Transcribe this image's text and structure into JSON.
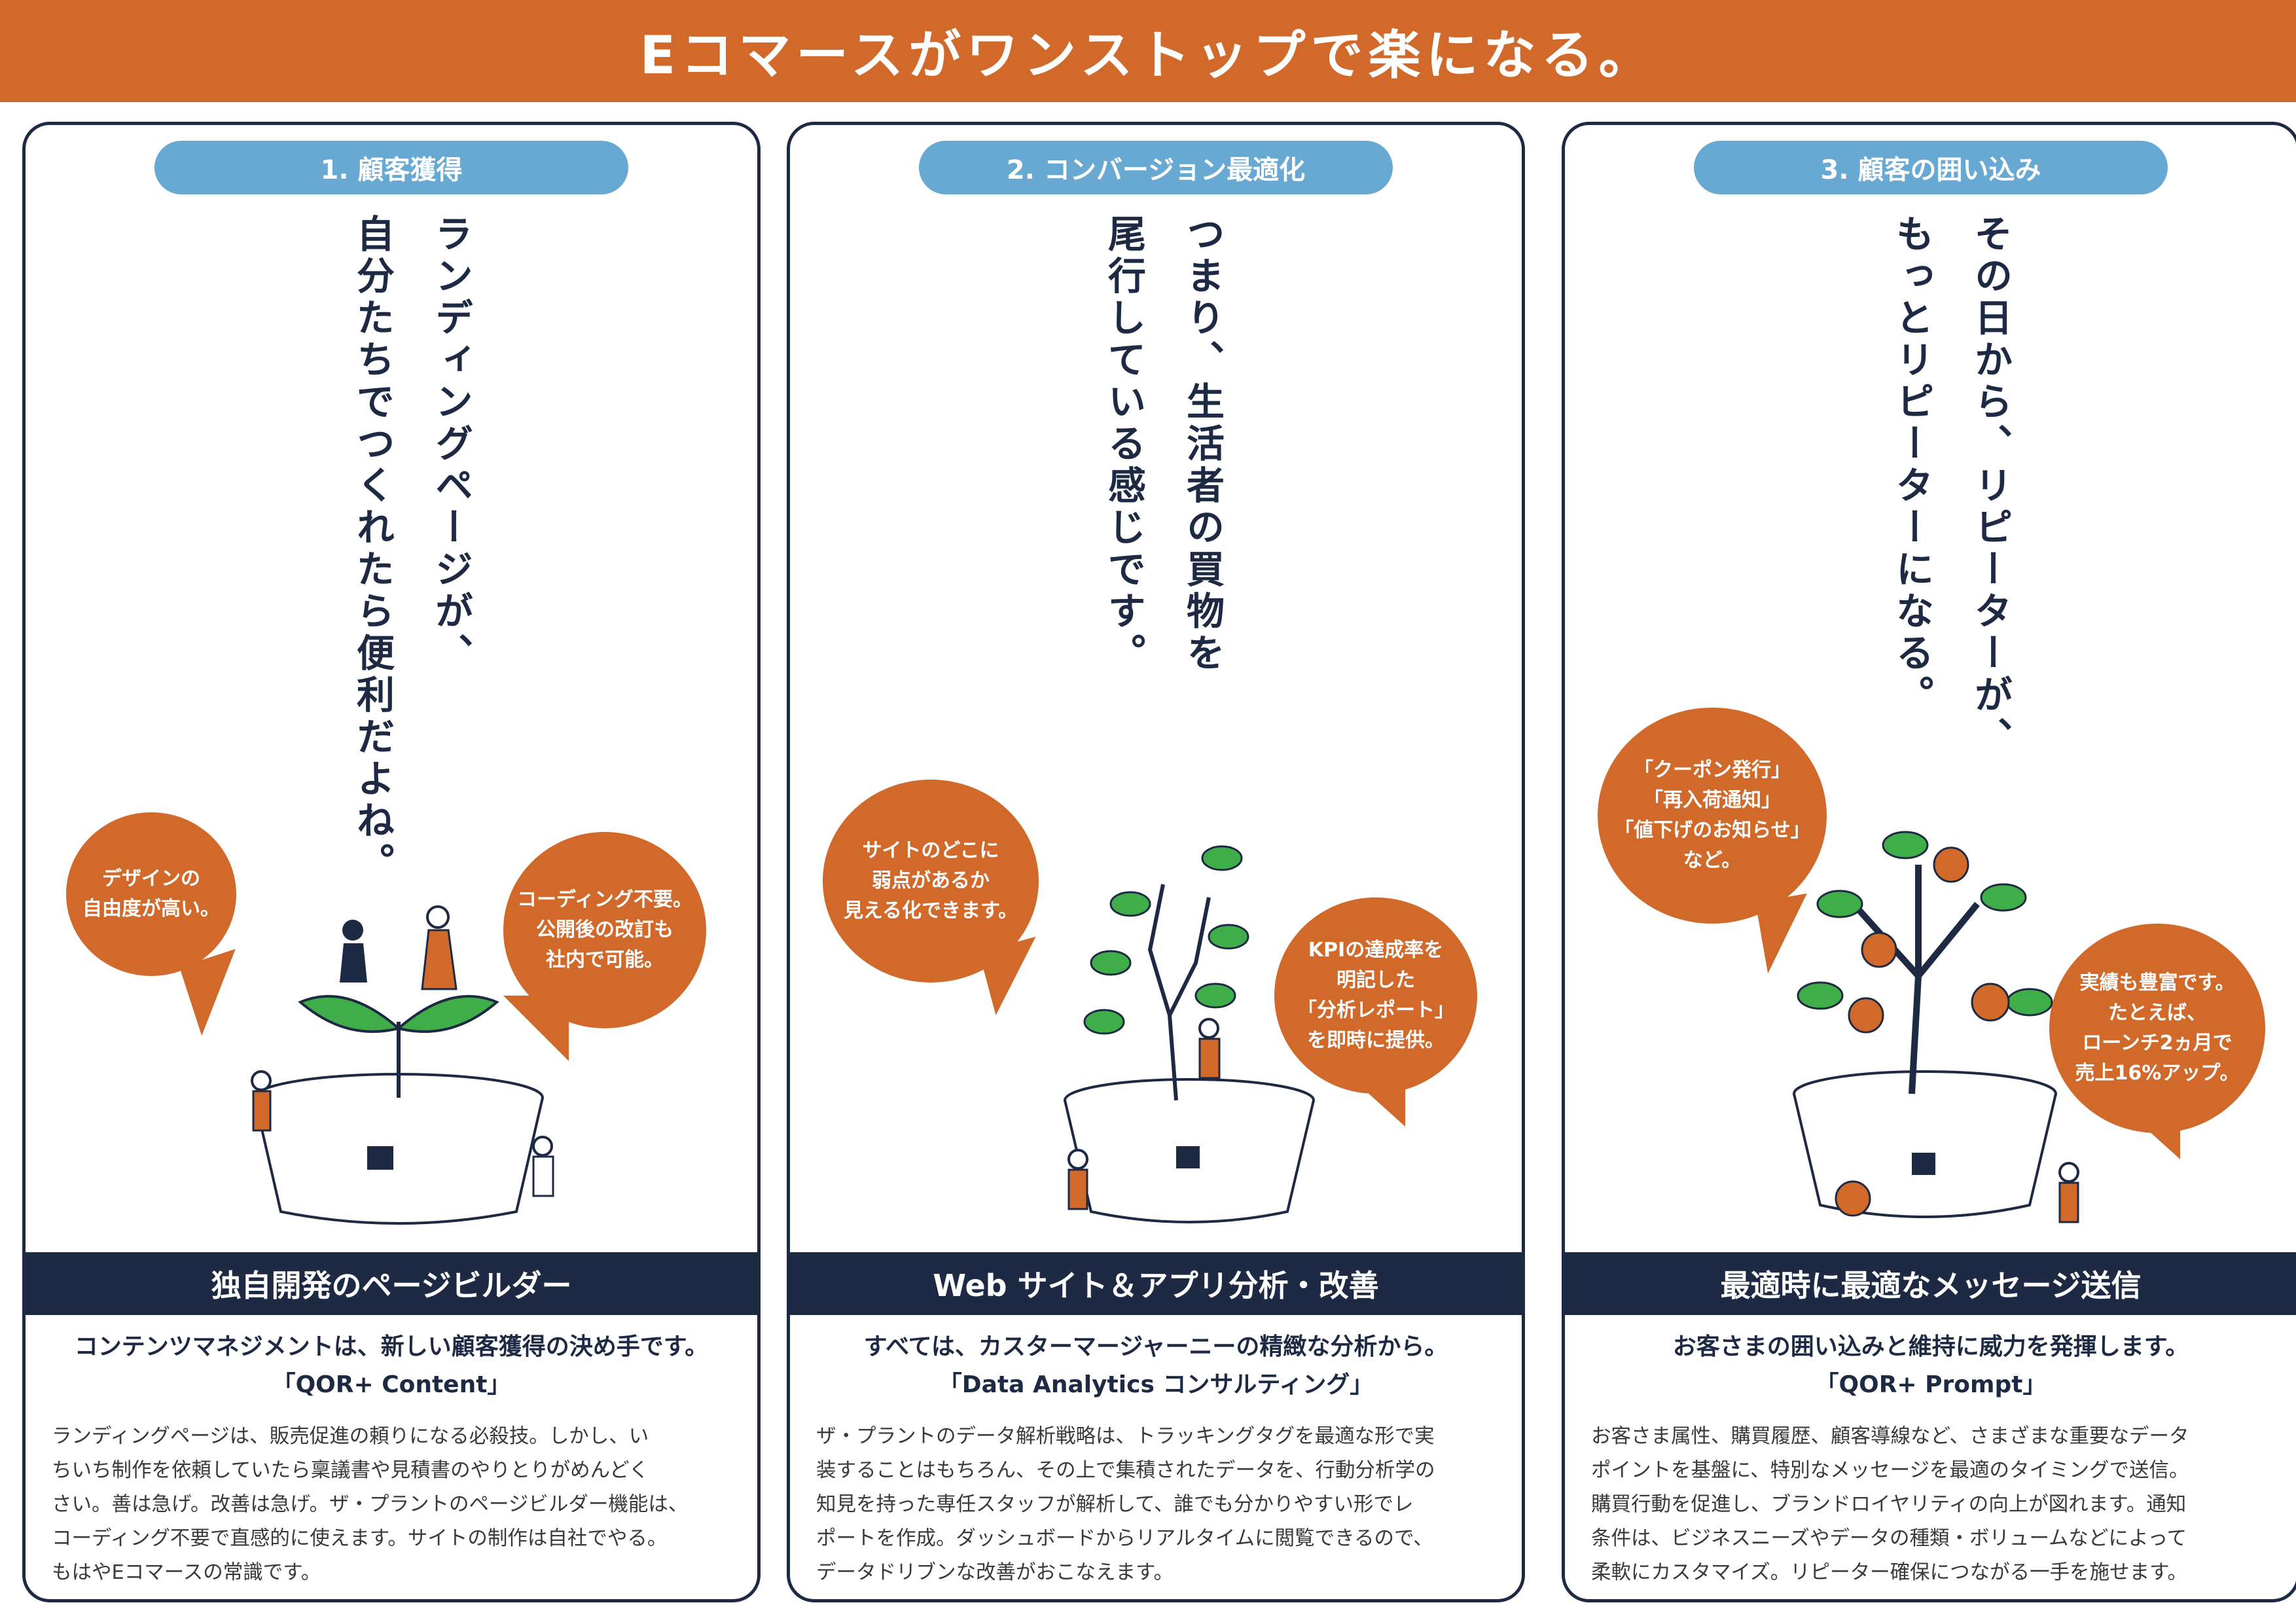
{
  "header": {
    "title": "Eコマースがワンストップで楽になる。"
  },
  "colors": {
    "accent": "#d0692a",
    "navy": "#1e2a44",
    "pill": "#68a9d3",
    "leaf": "#3fae49"
  },
  "panels": [
    {
      "pill": "1. 顧客獲得",
      "vertical": [
        "ランディングページが、",
        "自分たちでつくれたら便利だよね。"
      ],
      "bubbles": [
        {
          "lines": [
            "デザインの",
            "自由度が高い。"
          ]
        },
        {
          "lines": [
            "コーディング不要。",
            "公開後の改訂も",
            "社内で可能。"
          ]
        }
      ],
      "band": "独自開発のページビルダー",
      "lead": [
        "コンテンツマネジメントは、新しい顧客獲得の決め手です。",
        "「QOR+ Content」"
      ],
      "body": [
        "ランディングページは、販売促進の頼りになる必殺技。しかし、い",
        "ちいち制作を依頼していたら稟議書や見積書のやりとりがめんどく",
        "さい。善は急げ。改善は急げ。ザ・プラントのページビルダー機能は、",
        "コーディング不要で直感的に使えます。サイトの制作は自社でやる。",
        "もはやEコマースの常識です。"
      ]
    },
    {
      "pill": "2. コンバージョン最適化",
      "vertical": [
        "つまり、生活者の買物を",
        "尾行している感じです。"
      ],
      "bubbles": [
        {
          "lines": [
            "サイトのどこに",
            "弱点があるか",
            "見える化できます。"
          ]
        },
        {
          "lines": [
            "KPIの達成率を",
            "明記した",
            "「分析レポート」",
            "を即時に提供。"
          ]
        }
      ],
      "band": "Web サイト＆アプリ分析・改善",
      "lead": [
        "すべては、カスターマージャーニーの精緻な分析から。",
        "「Data Analytics コンサルティング」"
      ],
      "body": [
        "ザ・プラントのデータ解析戦略は、トラッキングタグを最適な形で実",
        "装することはもちろん、その上で集積されたデータを、行動分析学の",
        "知見を持った専任スタッフが解析して、誰でも分かりやすい形でレ",
        "ポートを作成。ダッシュボードからリアルタイムに閲覧できるので、",
        "データドリブンな改善がおこなえます。"
      ]
    },
    {
      "pill": "3. 顧客の囲い込み",
      "vertical": [
        "その日から、リピーターが、",
        "もっとリピーターになる。"
      ],
      "bubbles": [
        {
          "lines": [
            "「クーポン発行」",
            "「再入荷通知」",
            "「値下げのお知らせ」",
            "など。"
          ]
        },
        {
          "lines": [
            "実績も豊富です。",
            "たとえば、",
            "ローンチ2ヵ月で",
            "売上16%アップ。"
          ]
        }
      ],
      "band": "最適時に最適なメッセージ送信",
      "lead": [
        "お客さまの囲い込みと維持に威力を発揮します。",
        "「QOR+ Prompt」"
      ],
      "body": [
        "お客さま属性、購買履歴、顧客導線など、さまざまな重要なデータ",
        "ポイントを基盤に、特別なメッセージを最適のタイミングで送信。",
        "購買行動を促進し、ブランドロイヤリティの向上が図れます。通知",
        "条件は、ビジネスニーズやデータの種類・ボリュームなどによって",
        "柔軟にカスタマイズ。リピーター確保につながる一手を施せます。"
      ]
    }
  ]
}
